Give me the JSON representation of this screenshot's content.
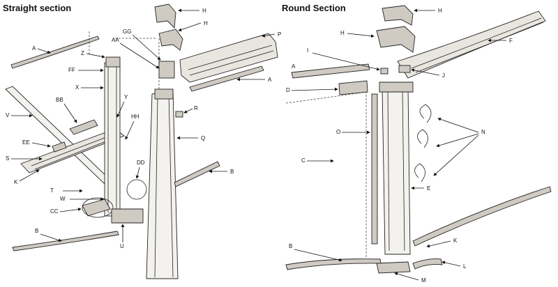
{
  "titles": {
    "straight": "Straight section",
    "round": "Round Section"
  },
  "straight_labels": {
    "A": "A",
    "Z": "Z",
    "FF": "FF",
    "X": "X",
    "V": "V",
    "BB": "BB",
    "EE": "EE",
    "S": "S",
    "K": "K",
    "T": "T",
    "W": "W",
    "CC": "CC",
    "B": "B",
    "U": "U",
    "Y": "Y",
    "HH": "HH",
    "DD": "DD",
    "H1": "H",
    "H2": "H",
    "GG": "GG",
    "AA": "AA",
    "P": "P",
    "A2": "A",
    "R": "R",
    "Q": "Q",
    "B2": "B"
  },
  "round_labels": {
    "H1": "H",
    "H2": "H",
    "F": "F",
    "I": "I",
    "J": "J",
    "A": "A",
    "D": "D",
    "O": "O",
    "C": "C",
    "N": "N",
    "E": "E",
    "B": "B",
    "K": "K",
    "L": "L",
    "M": "M"
  }
}
